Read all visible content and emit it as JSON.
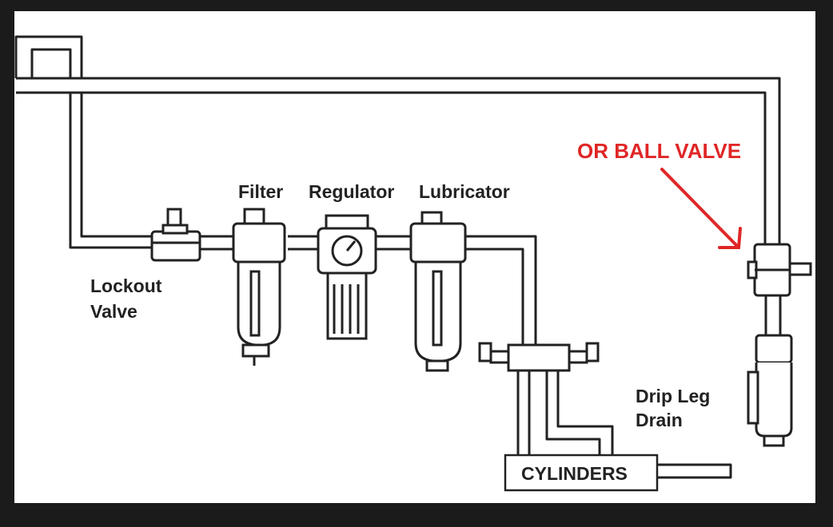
{
  "diagram": {
    "callout": {
      "text": "OR BALL VALVE",
      "color": "#e02626"
    },
    "components": {
      "lockout_valve": [
        "Lockout",
        "Valve"
      ],
      "filter": "Filter",
      "regulator": "Regulator",
      "lubricator": "Lubricator",
      "drip_leg_drain": [
        "Drip Leg",
        "Drain"
      ],
      "cylinders": "CYLINDERS"
    },
    "colors": {
      "line": "#222222",
      "background": "#ffffff",
      "frame": "#1b1b1b"
    }
  }
}
